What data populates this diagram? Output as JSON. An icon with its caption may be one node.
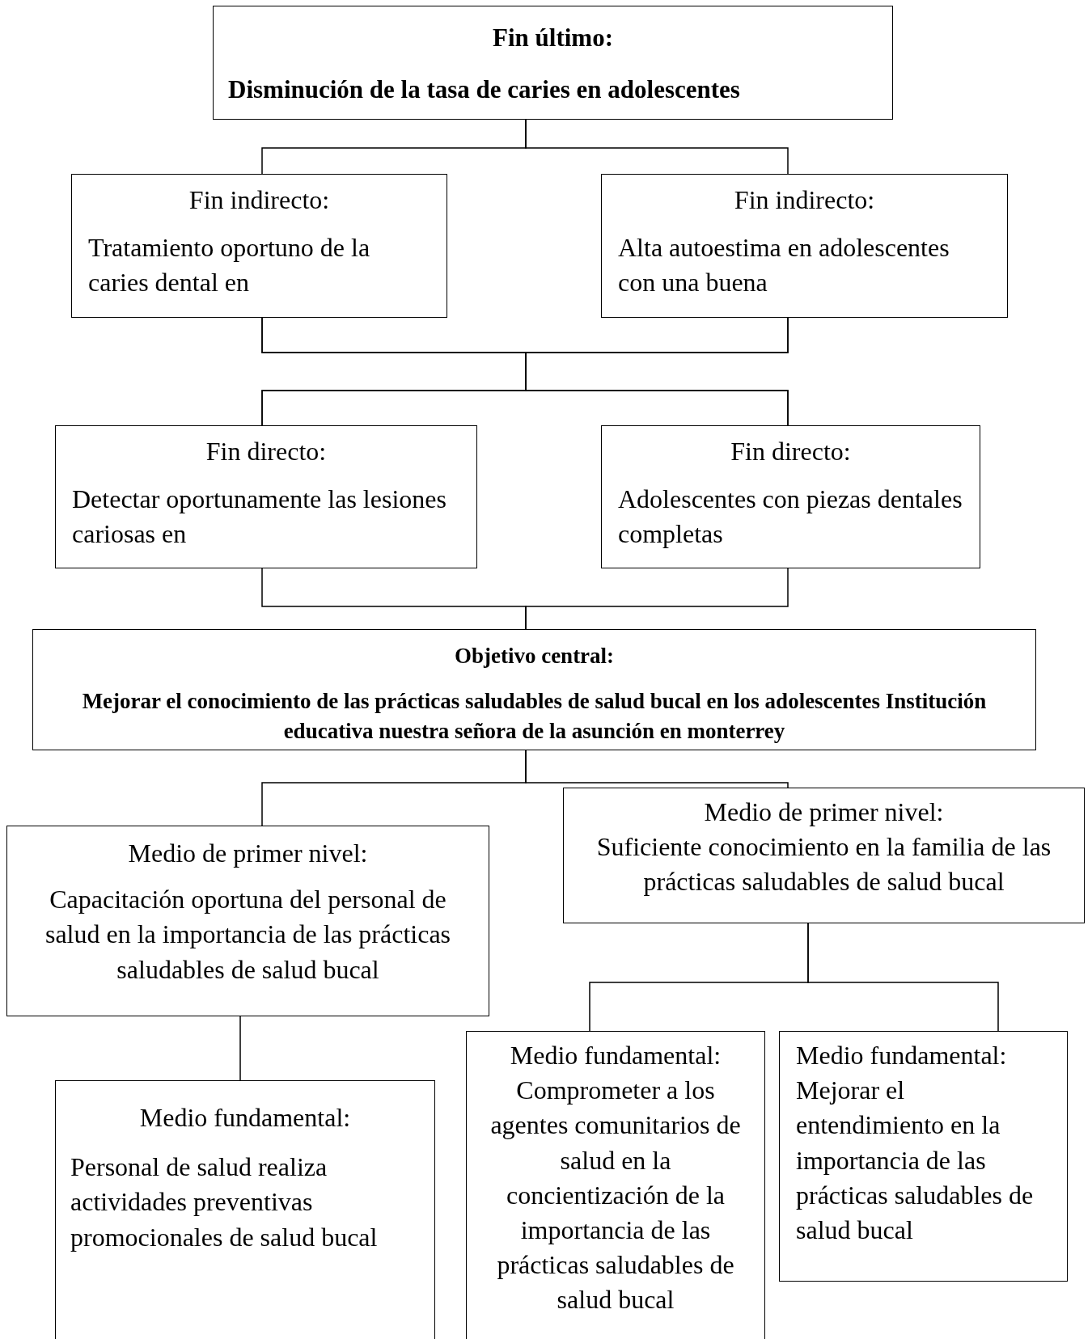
{
  "diagram": {
    "nodes": [
      {
        "text": [
          "Fin último:",
          "Disminución de la tasa de caries en adolescentes"
        ]
      },
      {
        "text": [
          "Fin indirecto:",
          "Tratamiento oportuno de la caries dental en"
        ]
      },
      {
        "text": [
          "Fin indirecto:",
          "Alta autoestima en adolescentes con una buena"
        ]
      },
      {
        "text": [
          "Fin directo:",
          "Detectar oportunamente las lesiones cariosas en"
        ]
      },
      {
        "text": [
          "Fin directo:",
          "Adolescentes con piezas dentales completas"
        ]
      },
      {
        "text": [
          "Objetivo central:",
          "Mejorar el conocimiento de las prácticas saludables de salud bucal en los adolescentes Institución educativa nuestra señora de la asunción en monterrey"
        ]
      },
      {
        "text": [
          "Medio de primer nivel:",
          "Capacitación oportuna del personal de salud en la importancia de las prácticas saludables de salud bucal"
        ]
      },
      {
        "text": [
          "Medio de primer nivel:",
          "Suficiente conocimiento en la familia de las prácticas saludables de salud bucal"
        ]
      },
      {
        "text": [
          "Medio fundamental:",
          "Personal de salud realiza actividades preventivas promocionales de salud bucal"
        ]
      },
      {
        "text": [
          "Medio fundamental:",
          "Comprometer a los agentes comunitarios de salud en la concientización de la importancia de las prácticas saludables de salud bucal"
        ]
      },
      {
        "text": [
          "Medio fundamental:",
          "Mejorar el entendimiento en la importancia de las prácticas saludables de salud bucal"
        ]
      }
    ],
    "edges": [
      {
        "from": 0,
        "to": 1,
        "arrow": "none"
      },
      {
        "from": 0,
        "to": 2,
        "arrow": "none"
      },
      {
        "from": 1,
        "to": 3,
        "arrow": "none"
      },
      {
        "from": 1,
        "to": 4,
        "arrow": "none"
      },
      {
        "from": 2,
        "to": 3,
        "arrow": "none"
      },
      {
        "from": 2,
        "to": 4,
        "arrow": "none"
      },
      {
        "from": 3,
        "to": 5,
        "arrow": "none"
      },
      {
        "from": 4,
        "to": 5,
        "arrow": "none"
      },
      {
        "from": 5,
        "to": 6,
        "arrow": "none"
      },
      {
        "from": 5,
        "to": 7,
        "arrow": "none"
      },
      {
        "from": 6,
        "to": 8,
        "arrow": "none"
      },
      {
        "from": 7,
        "to": 9,
        "arrow": "none"
      },
      {
        "from": 7,
        "to": 10,
        "arrow": "none"
      }
    ]
  }
}
